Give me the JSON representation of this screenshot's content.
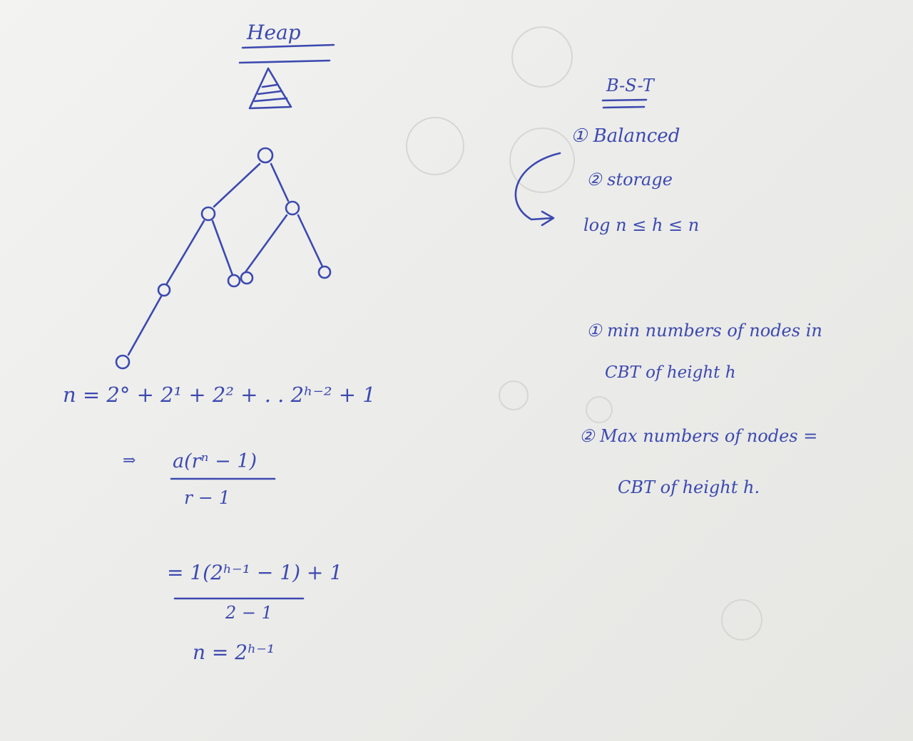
{
  "heap": {
    "title": "Heap",
    "series_line": "n = 2° + 2¹ + 2² + . . 2ʰ⁻² + 1",
    "gp_formula_num": "a(rⁿ − 1)",
    "gp_formula_den": "r − 1",
    "step_num": "= 1(2ʰ⁻¹ − 1) + 1",
    "step_den": "2 − 1",
    "result": "n = 2ʰ⁻¹"
  },
  "bst": {
    "title": "B-S-T",
    "items": [
      "① Balanced",
      "② storage",
      "log n ≤ h ≤ n"
    ]
  },
  "questions": [
    {
      "line1": "① min numbers of nodes in",
      "line2": "CBT of height h"
    },
    {
      "line1": "② Max numbers of nodes =",
      "line2": "CBT of height h."
    }
  ],
  "ink_color": "#3c49b0"
}
